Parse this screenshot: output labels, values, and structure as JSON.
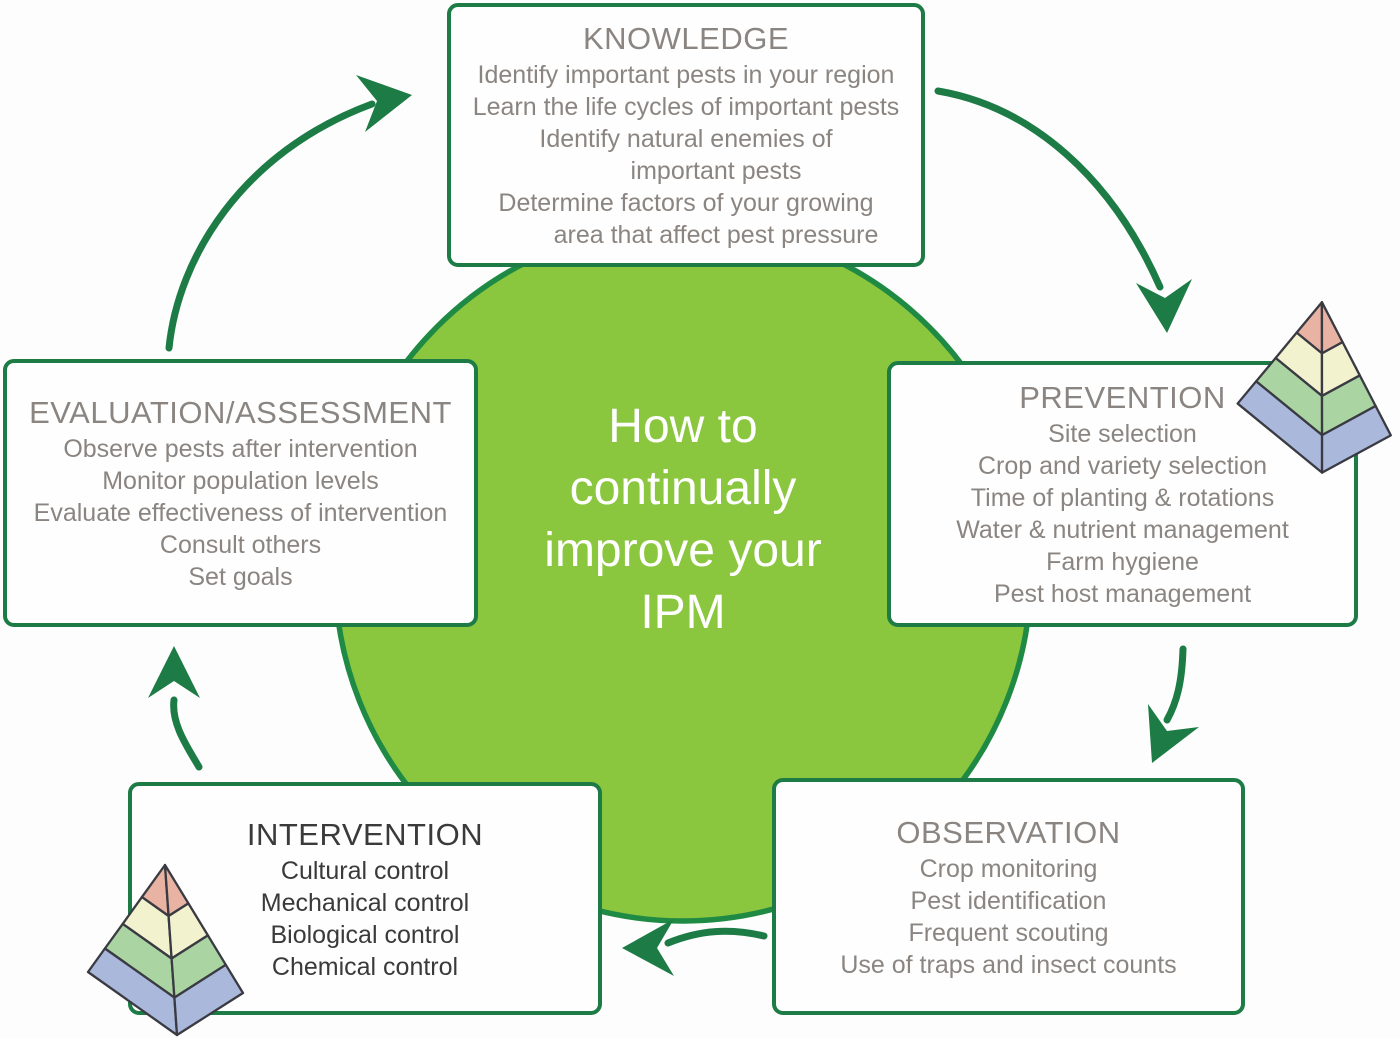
{
  "center": {
    "lines": [
      "How to",
      "continually",
      "improve your",
      "IPM"
    ]
  },
  "boxes": {
    "knowledge": {
      "title": "KNOWLEDGE",
      "lines": [
        "Identify important pests in your region",
        "Learn the life cycles of important pests",
        "Identify natural enemies of",
        "important pests",
        "Determine factors of your growing",
        "area that affect pest pressure"
      ]
    },
    "prevention": {
      "title": "PREVENTION",
      "lines": [
        "Site selection",
        "Crop and variety selection",
        "Time of planting & rotations",
        "Water & nutrient management",
        "Farm hygiene",
        "Pest host management"
      ]
    },
    "observation": {
      "title": "OBSERVATION",
      "lines": [
        "Crop monitoring",
        "Pest identification",
        "Frequent scouting",
        "Use of traps and insect counts"
      ]
    },
    "intervention": {
      "title": "INTERVENTION",
      "lines": [
        "Cultural control",
        "Mechanical control",
        "Biological control",
        "Chemical control"
      ]
    },
    "evaluation": {
      "title": "EVALUATION/ASSESSMENT",
      "lines": [
        "Observe pests after intervention",
        "Monitor population levels",
        "Evaluate effectiveness of intervention",
        "Consult others",
        "Set goals"
      ]
    }
  },
  "colors": {
    "circle_fill": "#8ac63e",
    "circle_border": "#1f8a44",
    "green_dark": "#1d7b45",
    "text_gray": "#8b8582",
    "text_dark": "#3a3a3a",
    "box_fill": "#fdfefd",
    "pyramid": {
      "top": "#e9b3a3",
      "second": "#f2f2cf",
      "third": "#abd4a3",
      "bottom": "#aab8dc",
      "outline": "#3a3a42"
    }
  }
}
